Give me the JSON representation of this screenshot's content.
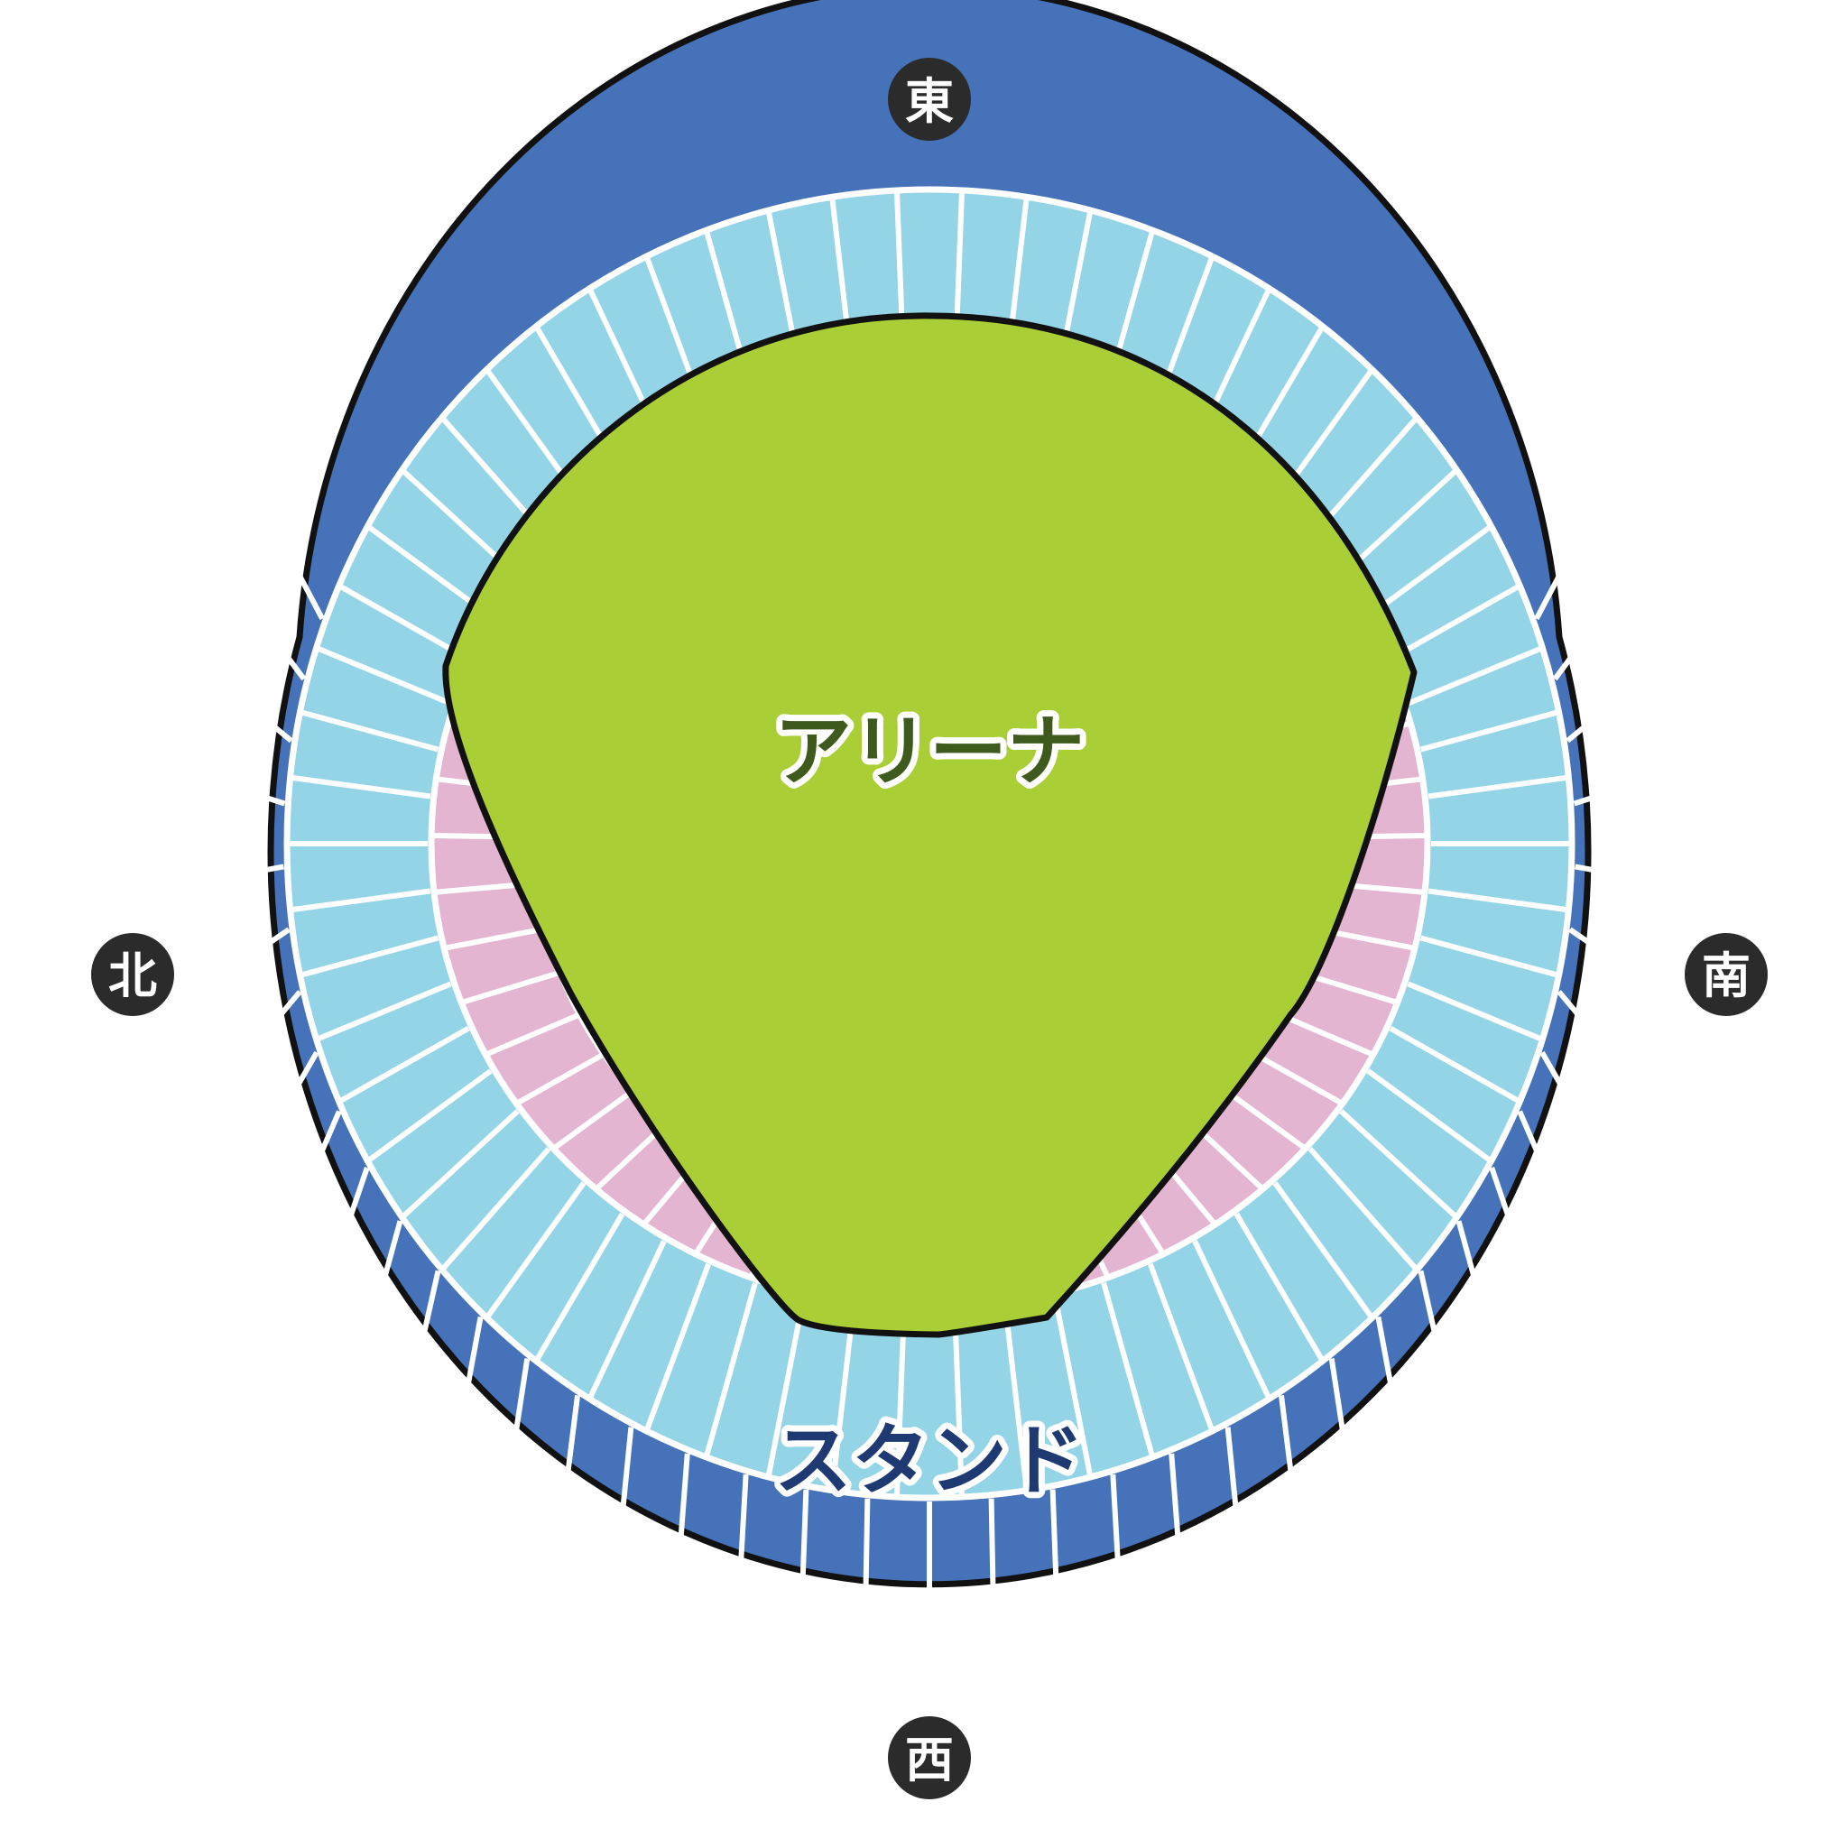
{
  "colors": {
    "outer_stand": "#4572B8",
    "inner_stand": "#94D4E7",
    "pink_ring": "#E3B5D1",
    "arena": "#AACE35",
    "outline": "#111111",
    "divider": "#ffffff",
    "compass_badge": "#2B2B2B",
    "arena_label": "#3F5A1D",
    "stand_label": "#1F3A73"
  },
  "areas": {
    "arena_label": "アリーナ",
    "stand_label": "スタンド"
  },
  "compass": {
    "north": "北",
    "south": "南",
    "east": "東",
    "west": "西"
  },
  "icons": {
    "compass_badge": "circle-badge-icon"
  }
}
